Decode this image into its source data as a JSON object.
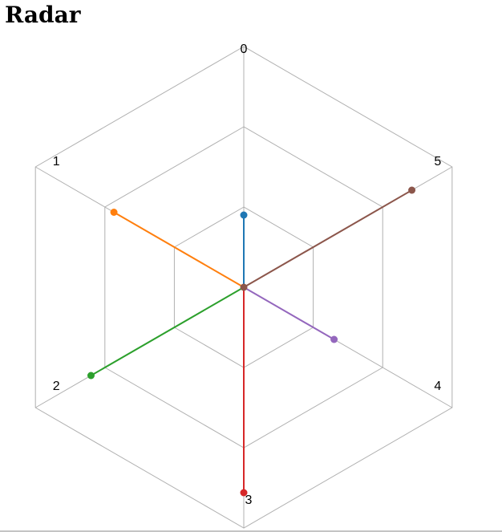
{
  "page": {
    "title": "Radar"
  },
  "chart_data": {
    "type": "radar",
    "title": "",
    "axes": [
      "0",
      "1",
      "2",
      "3",
      "4",
      "5"
    ],
    "max": 3,
    "grid_levels": [
      1,
      2,
      3
    ],
    "grid": true,
    "series": [
      {
        "axis": "0",
        "value": 0.9,
        "color": "#1f77b4"
      },
      {
        "axis": "1",
        "value": 1.87,
        "color": "#ff7f0e"
      },
      {
        "axis": "2",
        "value": 2.2,
        "color": "#2ca02c"
      },
      {
        "axis": "3",
        "value": 2.56,
        "color": "#d62728"
      },
      {
        "axis": "4",
        "value": 1.3,
        "color": "#9467bd"
      },
      {
        "axis": "5",
        "value": 2.42,
        "color": "#8c564b"
      }
    ]
  }
}
